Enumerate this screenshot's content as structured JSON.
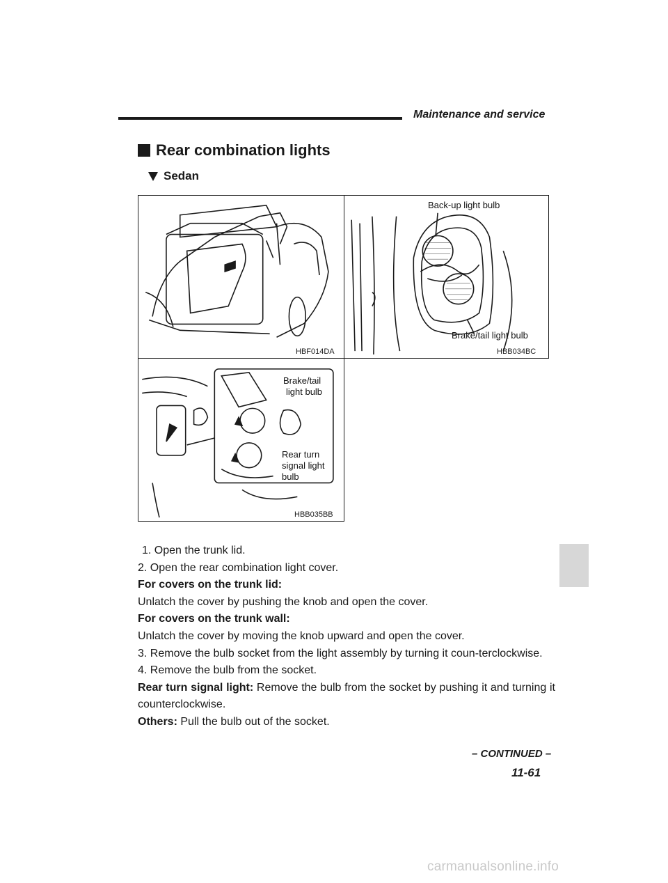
{
  "header": {
    "section": "Maintenance and service"
  },
  "heading": {
    "title": "Rear combination lights",
    "subtitle": "Sedan"
  },
  "figures": {
    "fig1": {
      "code": "HBF014DA"
    },
    "fig2": {
      "code": "HBB034BC",
      "callouts": [
        "Back-up light bulb",
        "Brake/tail light bulb"
      ]
    },
    "fig3": {
      "code": "HBB035BB",
      "callouts": [
        "Brake/tail",
        "light bulb",
        "Rear turn",
        "signal light",
        "bulb"
      ]
    }
  },
  "body": {
    "step1": "1.  Open the trunk lid.",
    "step2": "2.  Open the rear combination light cover.",
    "lid_heading": "For covers on the trunk lid:",
    "lid_text": "Unlatch the cover by pushing the knob and open the cover.",
    "wall_heading": "For covers on the trunk wall:",
    "wall_text": "Unlatch the cover by moving the knob upward and open the cover.",
    "step3": "3.  Remove the bulb socket from the light assembly by turning it coun-terclockwise.",
    "step4": "4.  Remove the bulb from the socket.",
    "turn_label": "Rear turn signal light:",
    "turn_text": " Remove the bulb from the socket by pushing it and turning it counterclockwise.",
    "others_label": "Others:",
    "others_text": " Pull the bulb out of the socket."
  },
  "footer": {
    "continued": "– CONTINUED –",
    "page": "11-61"
  },
  "watermark": "carmanualsonline.info",
  "colors": {
    "ink": "#1a1a1a",
    "tab": "#d7d7d7",
    "watermark": "#c9c9c9"
  }
}
